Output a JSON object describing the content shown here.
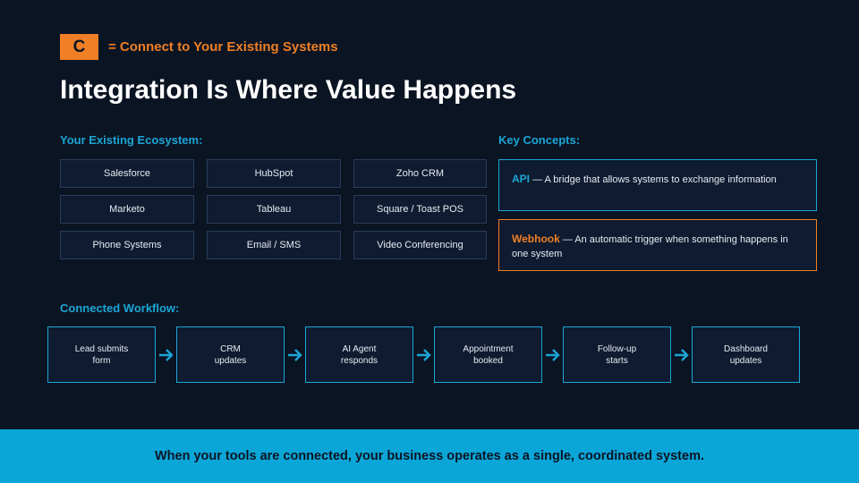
{
  "header": {
    "badge_letter": "C",
    "badge_caption": "= Connect to Your Existing Systems",
    "title": "Integration Is Where Value Happens"
  },
  "ecosystem": {
    "label": "Your Existing Ecosystem:",
    "tiles": [
      "Salesforce",
      "HubSpot",
      "Zoho CRM",
      "Marketo",
      "Tableau",
      "Square / Toast POS",
      "Phone Systems",
      "Email / SMS",
      "Video Conferencing"
    ]
  },
  "concepts": {
    "label": "Key Concepts:",
    "api": {
      "term": "API",
      "desc": " — A bridge that allows systems to exchange information"
    },
    "webhook": {
      "term": "Webhook",
      "desc": " — An automatic trigger when something happens in one system"
    }
  },
  "workflow": {
    "label": "Connected Workflow:",
    "steps": [
      "Lead submits\nform",
      "CRM\nupdates",
      "AI Agent\nresponds",
      "Appointment\nbooked",
      "Follow-up\nstarts",
      "Dashboard\nupdates"
    ]
  },
  "footer": {
    "text": "When your tools are connected, your business operates as a single, coordinated system."
  },
  "colors": {
    "background": "#0b1423",
    "accent_orange": "#f07f25",
    "accent_blue": "#1ba6d6",
    "footer_band": "#0ba6d8"
  },
  "icons": {
    "flow_arrow": "arrow-right-icon"
  }
}
